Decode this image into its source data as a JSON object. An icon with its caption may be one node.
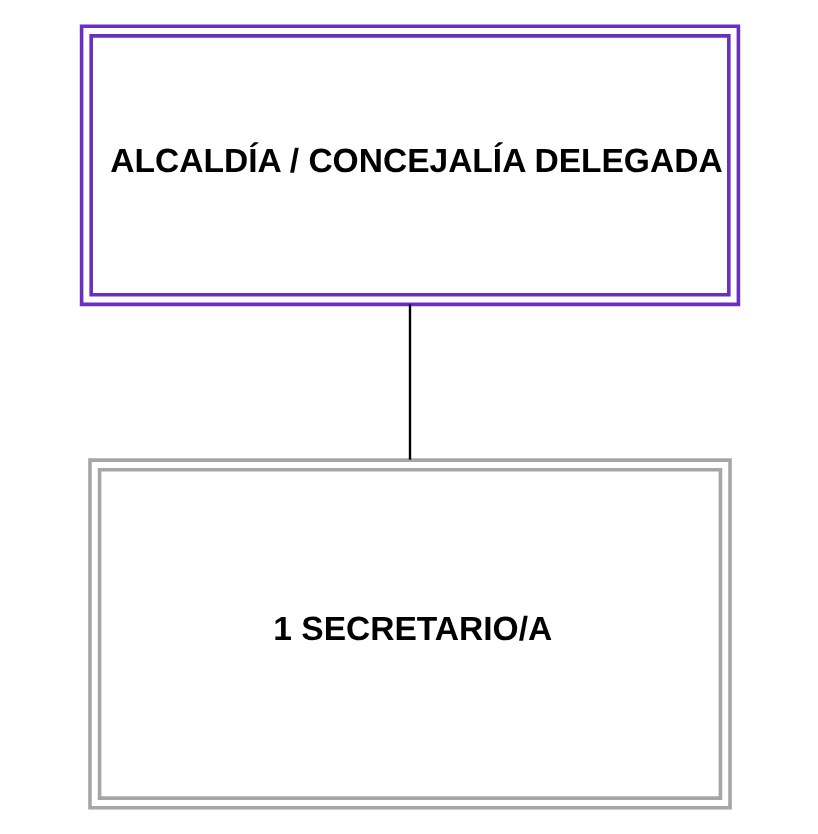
{
  "diagram": {
    "nodes": [
      {
        "text": [
          "ALCALDÍA / CONCEJALÍA DELEGADA"
        ]
      },
      {
        "text": [
          "1 SECRETARIO/A"
        ]
      }
    ],
    "edges": [
      {
        "from": 0,
        "to": 1,
        "arrow": "none"
      }
    ]
  }
}
